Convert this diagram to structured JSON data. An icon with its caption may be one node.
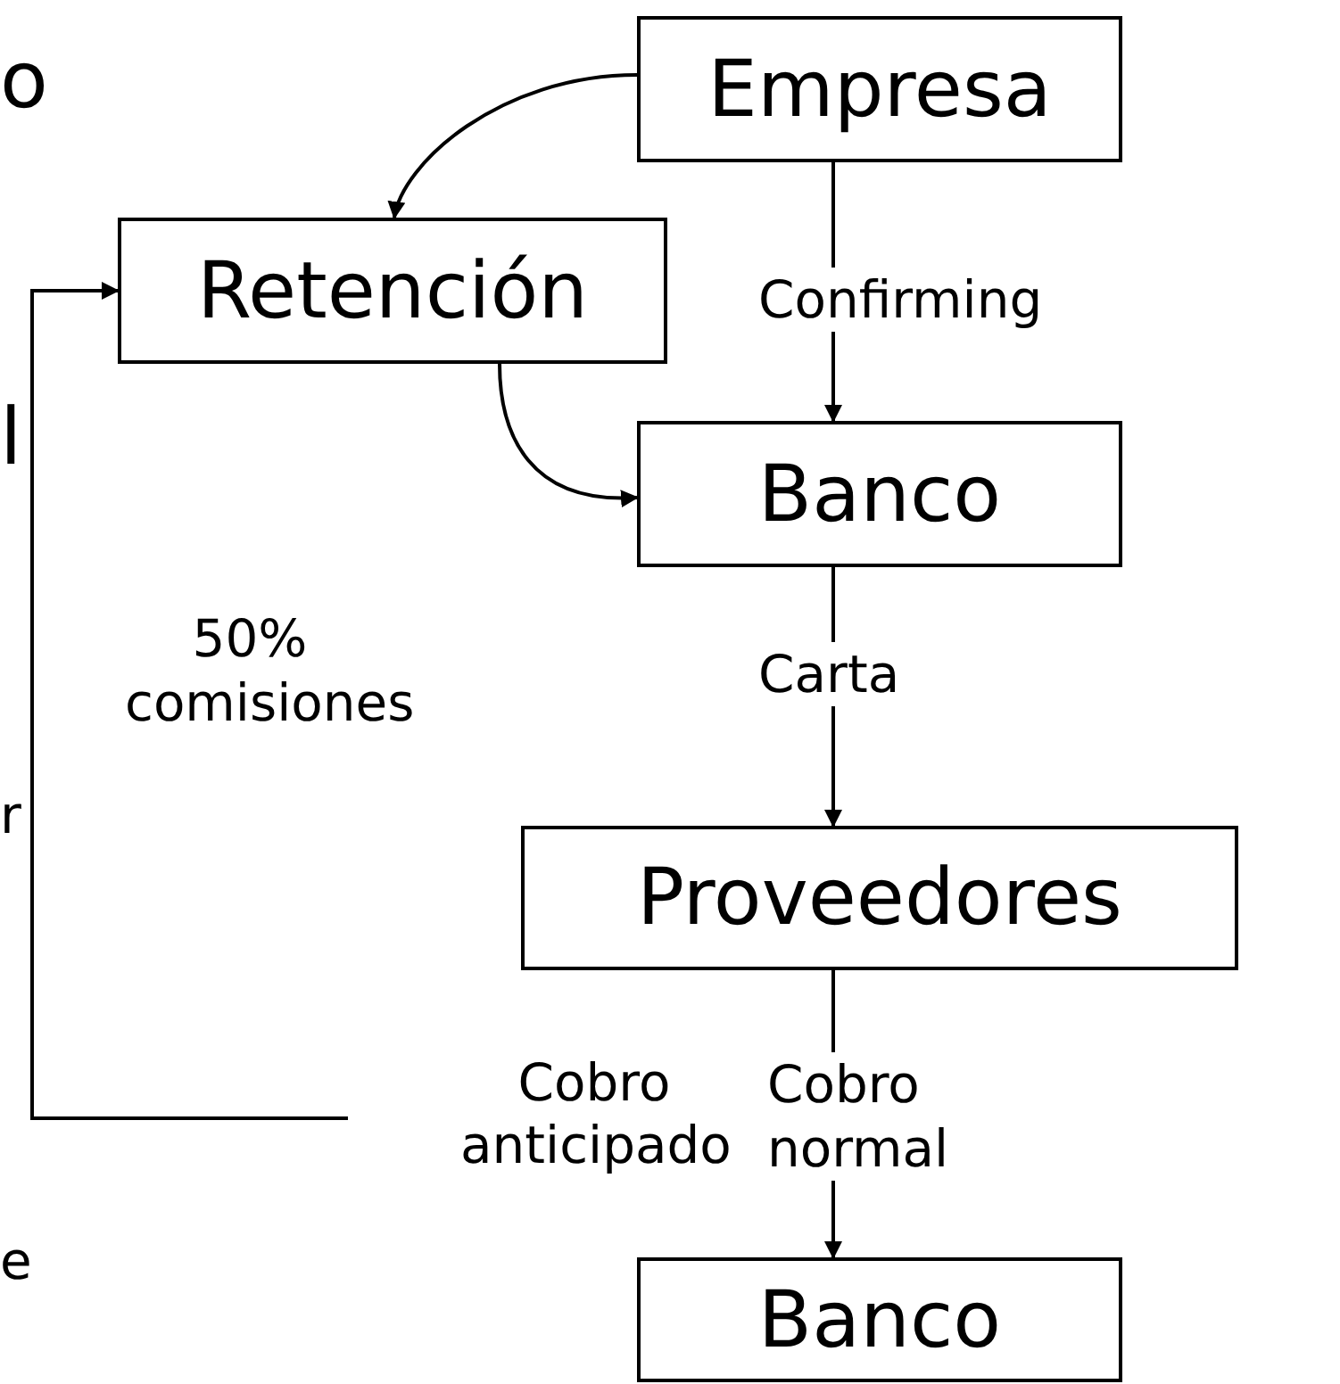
{
  "diagram": {
    "nodes": [
      {
        "text": [
          "Empresa"
        ]
      },
      {
        "text": [
          "Retención"
        ]
      },
      {
        "text": [
          "Banco"
        ]
      },
      {
        "text": [
          "Proveedores"
        ]
      },
      {
        "text": [
          "Banco"
        ]
      }
    ],
    "edges": [
      {
        "from": 0,
        "to": 1,
        "arrow": "to"
      },
      {
        "from": 1,
        "to": 2,
        "arrow": "to"
      },
      {
        "from": 0,
        "to": 2,
        "arrow": "to",
        "label": "Confirming"
      },
      {
        "from": 2,
        "to": 3,
        "arrow": "to",
        "label": "Carta"
      },
      {
        "from": 3,
        "to": 4,
        "arrow": "to",
        "label": "Cobro normal"
      },
      {
        "from": null,
        "to": 1,
        "arrow": "to",
        "label": "50% comisiones"
      }
    ],
    "labels": [
      "o",
      "l",
      "r",
      "Cobro anticipado",
      "e"
    ]
  }
}
